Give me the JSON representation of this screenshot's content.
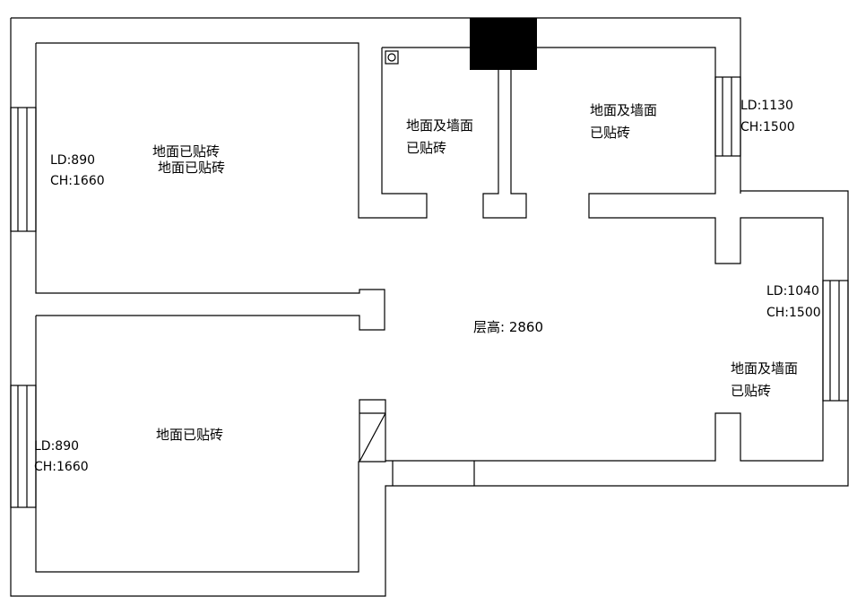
{
  "rooms": {
    "bedroom_top_left": {
      "tile_note_1": "地面已贴砖",
      "tile_note_2": "地面已贴砖",
      "window_ld": "LD:890",
      "window_ch": "CH:1660"
    },
    "bedroom_bottom_left": {
      "tile_note": "地面已贴砖",
      "window_ld": "LD:890",
      "window_ch": "CH:1660"
    },
    "bathroom": {
      "tile_note_line1": "地面及墙面",
      "tile_note_line2": "已贴砖"
    },
    "kitchen": {
      "tile_note_line1": "地面及墙面",
      "tile_note_line2": "已贴砖",
      "window_ld": "LD:1130",
      "window_ch": "CH:1500"
    },
    "balcony": {
      "tile_note_line1": "地面及墙面",
      "tile_note_line2": "已贴砖",
      "window_ld": "LD:1040",
      "window_ch": "CH:1500"
    },
    "living": {
      "ceiling_height": "层高: 2860"
    }
  }
}
